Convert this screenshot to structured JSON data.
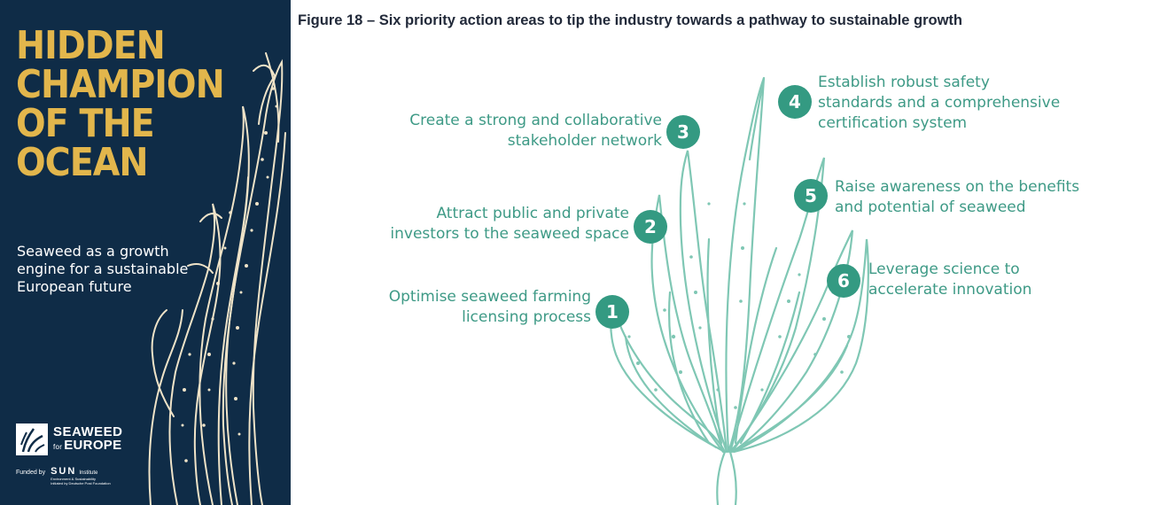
{
  "cover": {
    "title_lines": [
      "HIDDEN",
      "CHAMPION",
      "OF THE",
      "OCEAN"
    ],
    "subtitle_lines": [
      "Seaweed as a growth",
      "engine for a sustainable",
      "European future"
    ],
    "brand_line1": "SEAWEED",
    "brand_for": "for",
    "brand_line2": "EUROPE",
    "funded_by": "Funded by",
    "sun_name": "SUN",
    "sun_institute": "Institute",
    "sun_line2": "Environment & Sustainability",
    "sun_line3": "Initiated by Deutsche Post Foundation",
    "colors": {
      "background": "#0f2c47",
      "title": "#e2b64c",
      "text": "#ffffff",
      "seaweed_outline": "#efe3c8"
    }
  },
  "figure": {
    "title": "Figure 18 – Six priority action areas to tip the industry towards a pathway to sustainable growth",
    "colors": {
      "accent": "#349a82",
      "label": "#3e9a86",
      "plant": "#7fc7b4"
    },
    "actions": [
      {
        "number": "1",
        "lines": [
          "Optimise seaweed farming",
          "licensing process"
        ]
      },
      {
        "number": "2",
        "lines": [
          "Attract public and private",
          "investors to the seaweed space"
        ]
      },
      {
        "number": "3",
        "lines": [
          "Create a strong and collaborative",
          "stakeholder network"
        ]
      },
      {
        "number": "4",
        "lines": [
          "Establish robust safety",
          "standards and a comprehensive",
          "certification system"
        ]
      },
      {
        "number": "5",
        "lines": [
          "Raise awareness on the benefits",
          "and potential of seaweed"
        ]
      },
      {
        "number": "6",
        "lines": [
          "Leverage science to",
          "accelerate innovation"
        ]
      }
    ]
  }
}
